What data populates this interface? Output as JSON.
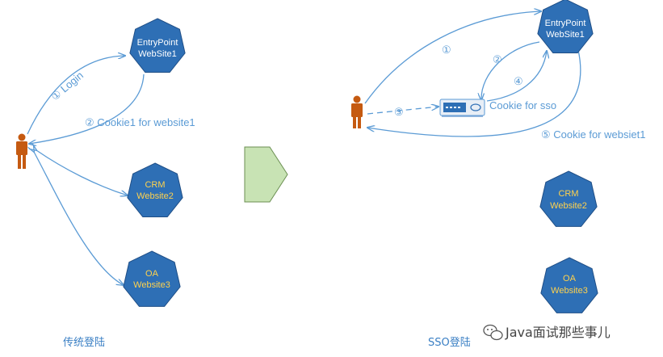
{
  "colors": {
    "node_fill": "#2e6fb5",
    "node_stroke": "#1f4e86",
    "entry_text": "#ffffff",
    "site_text": "#ffd24d",
    "edge": "#5b9bd5",
    "user": "#c55a11",
    "arrow_shape": "#c8e3b4"
  },
  "left": {
    "caption": "传统登陆",
    "entry": {
      "line1": "EntryPoint",
      "line2": "WebSite1"
    },
    "crm": {
      "line1": "CRM",
      "line2": "Website2"
    },
    "oa": {
      "line1": "OA",
      "line2": "Website3"
    },
    "edge_login": "① Login",
    "edge_cookie": "② Cookie1 for website1"
  },
  "right": {
    "caption": "SSO登陆",
    "entry": {
      "line1": "EntryPoint",
      "line2": "WebSite1"
    },
    "crm": {
      "line1": "CRM",
      "line2": "Website2"
    },
    "oa": {
      "line1": "OA",
      "line2": "Website3"
    },
    "step1": "①",
    "step2": "②",
    "step3": "③",
    "step4": "④",
    "sso_cookie": "Cookie for sso",
    "step5": "⑤ Cookie for websiet1"
  },
  "watermark": "Java面试那些事儿",
  "icons": {
    "user": "person-icon",
    "server": "sso-server-icon",
    "wechat": "wechat-icon"
  }
}
